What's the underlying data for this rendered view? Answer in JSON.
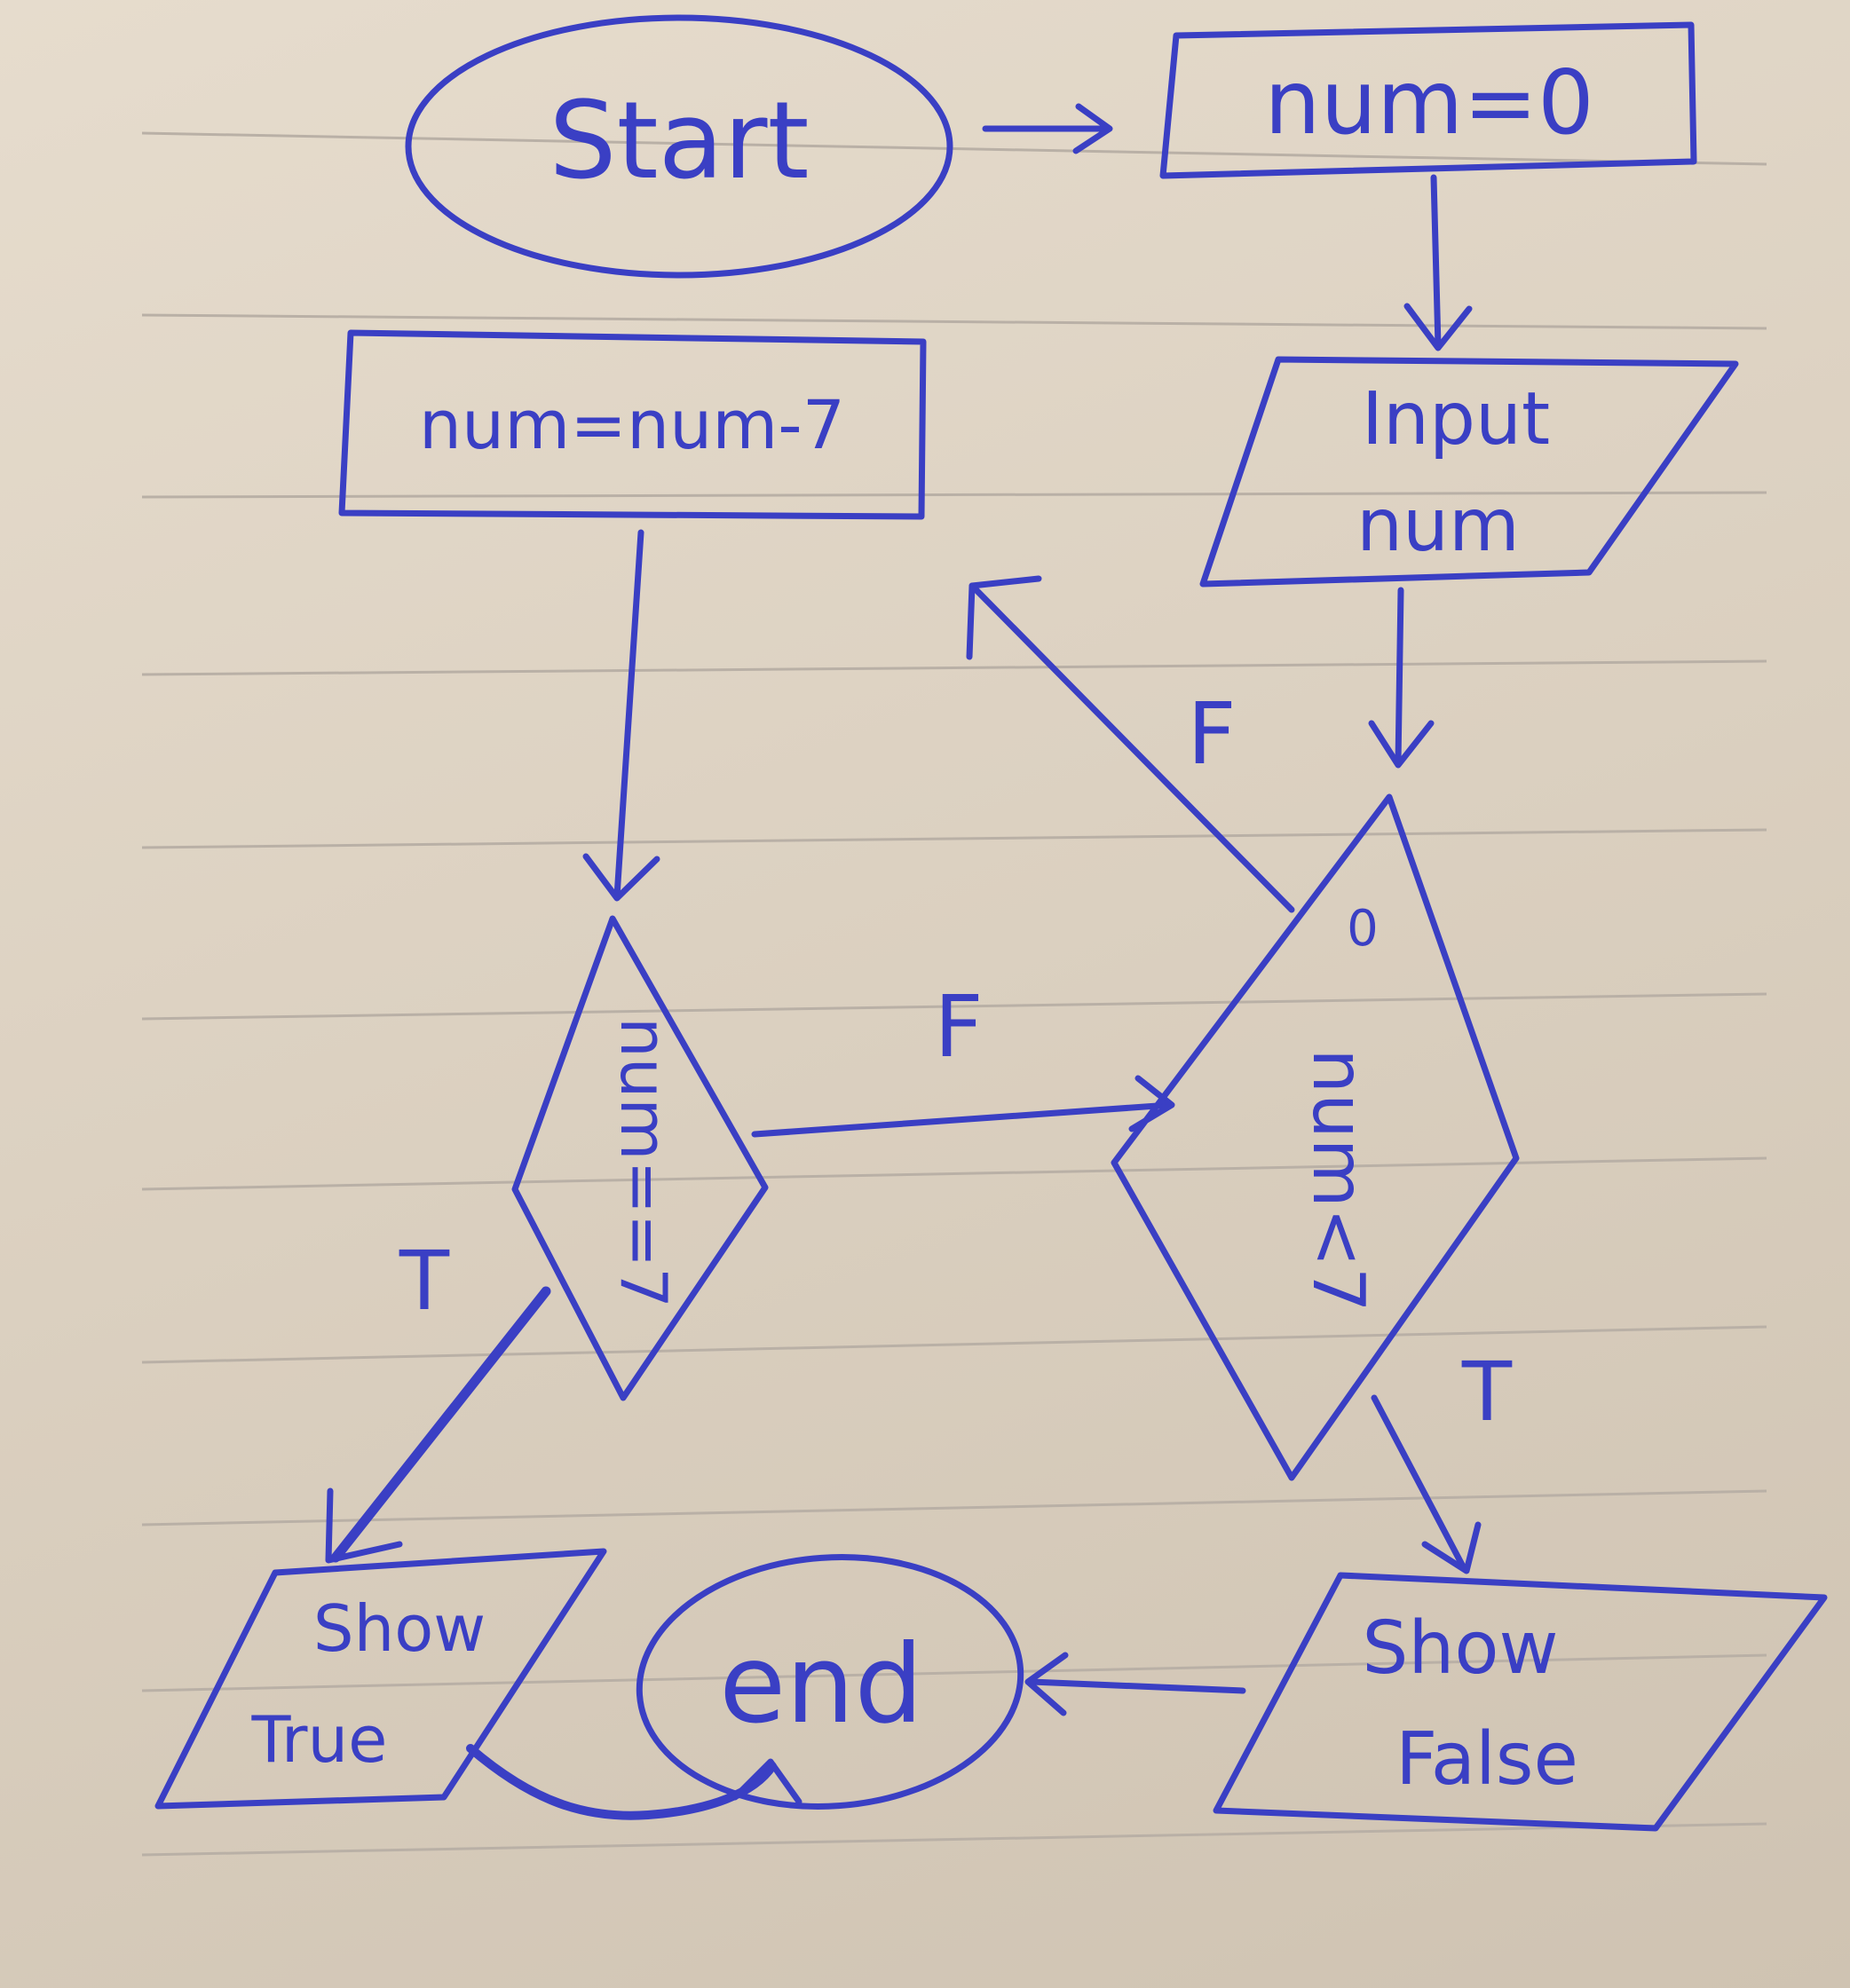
{
  "colors": {
    "ink": "#3a3fc4",
    "paper": "#ddd2c2",
    "ruled_line": "#b9b0a6"
  },
  "nodes": {
    "start": "Start",
    "init": "num=0",
    "input_line1": "Input",
    "input_line2": "num",
    "decrement": "num=num-7",
    "check_equal": "num==7",
    "check_less": "num<7",
    "show_true_line1": "Show",
    "show_true_line2": "True",
    "show_false_line1": "Show",
    "show_false_line2": "False",
    "end": "end",
    "check_less_zero_mark": "0"
  },
  "edge_labels": {
    "less_false": "F",
    "equal_false": "F",
    "equal_true": "T",
    "less_true": "T"
  }
}
